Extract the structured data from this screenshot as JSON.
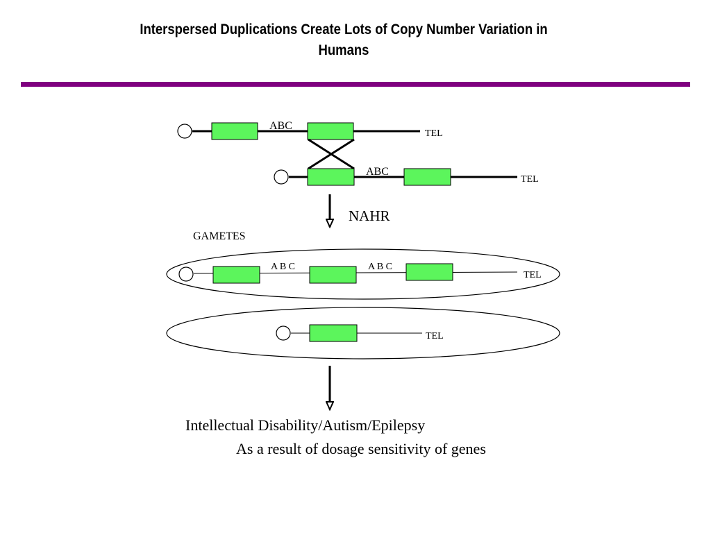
{
  "title": "Interspersed Duplications Create Lots of Copy Number Variation in Humans",
  "colors": {
    "rule": "#800080",
    "segment": "#5cf55c",
    "line": "#000000"
  },
  "labels": {
    "abc_top": "ABC",
    "abc_mid": "ABC",
    "tel": "TEL",
    "nahr": "NAHR",
    "gametes": "GAMETES",
    "abc_gamete_1": "A B C",
    "abc_gamete_2": "A B C"
  },
  "outcome": {
    "line1": "Intellectual Disability/Autism/Epilepsy",
    "line2": "As a result of dosage sensitivity of genes"
  }
}
